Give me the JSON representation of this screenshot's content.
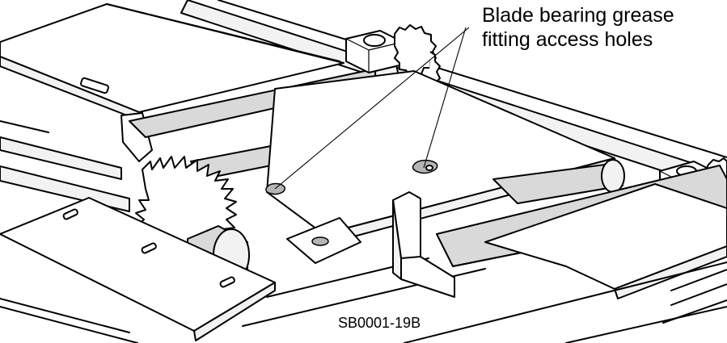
{
  "callout": {
    "line1": "Blade bearing grease",
    "line2": "fitting access holes"
  },
  "drawing_number": "SB0001-19B"
}
